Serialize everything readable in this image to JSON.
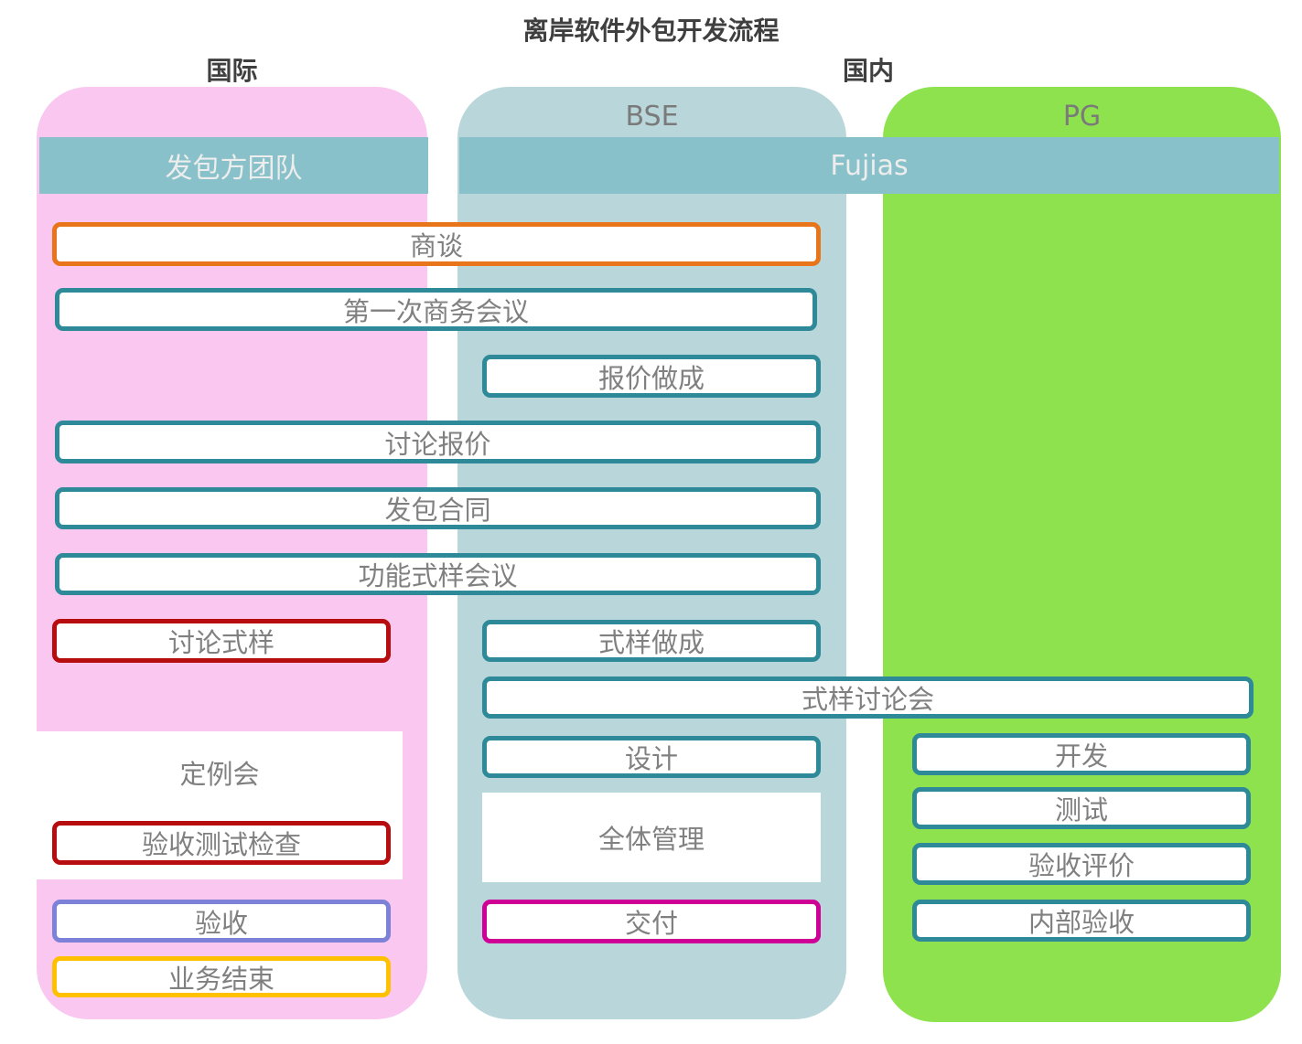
{
  "title": "离岸软件外包开发流程",
  "region_labels": {
    "international": "国际",
    "domestic": "国内"
  },
  "lanes": {
    "client_team_bar": "发包方团队",
    "bse": "BSE",
    "pg": "PG",
    "fujias_bar": "Fujias"
  },
  "colors": {
    "title_text": "#3f3f3f",
    "lane_label_text": "#7a7a7a",
    "bar_text": "#ededed",
    "box_text": "#808080",
    "lane_pink": "#f9c7f0",
    "lane_teal": "#b9d7da",
    "lane_green": "#8ee24e",
    "header_bar": "#88c1c9",
    "border_teal": "#2e8a98",
    "border_orange": "#e8751a",
    "border_red": "#b70d0e",
    "border_purple": "#7d82d8",
    "border_magenta": "#cf0096",
    "border_yellow": "#ffc000"
  },
  "steps": [
    {
      "label": "商谈",
      "border": "#e8751a"
    },
    {
      "label": "第一次商务会议",
      "border": "#2e8a98"
    },
    {
      "label": "报价做成",
      "border": "#2e8a98"
    },
    {
      "label": "讨论报价",
      "border": "#2e8a98"
    },
    {
      "label": "发包合同",
      "border": "#2e8a98"
    },
    {
      "label": "功能式样会议",
      "border": "#2e8a98"
    },
    {
      "label": "讨论式样",
      "border": "#b70d0e"
    },
    {
      "label": "式样做成",
      "border": "#2e8a98"
    },
    {
      "label": "式样讨论会",
      "border": "#2e8a98"
    },
    {
      "label": "设计",
      "border": "#2e8a98"
    },
    {
      "label": "开发",
      "border": "#2e8a98"
    },
    {
      "label": "定例会",
      "border": null
    },
    {
      "label": "验收测试检查",
      "border": "#b70d0e"
    },
    {
      "label": "全体管理",
      "border": null
    },
    {
      "label": "测试",
      "border": "#2e8a98"
    },
    {
      "label": "验收评价",
      "border": "#2e8a98"
    },
    {
      "label": "验收",
      "border": "#7d82d8"
    },
    {
      "label": "内部验收",
      "border": "#2e8a98"
    },
    {
      "label": "交付",
      "border": "#cf0096"
    },
    {
      "label": "业务结束",
      "border": "#ffc000"
    }
  ]
}
